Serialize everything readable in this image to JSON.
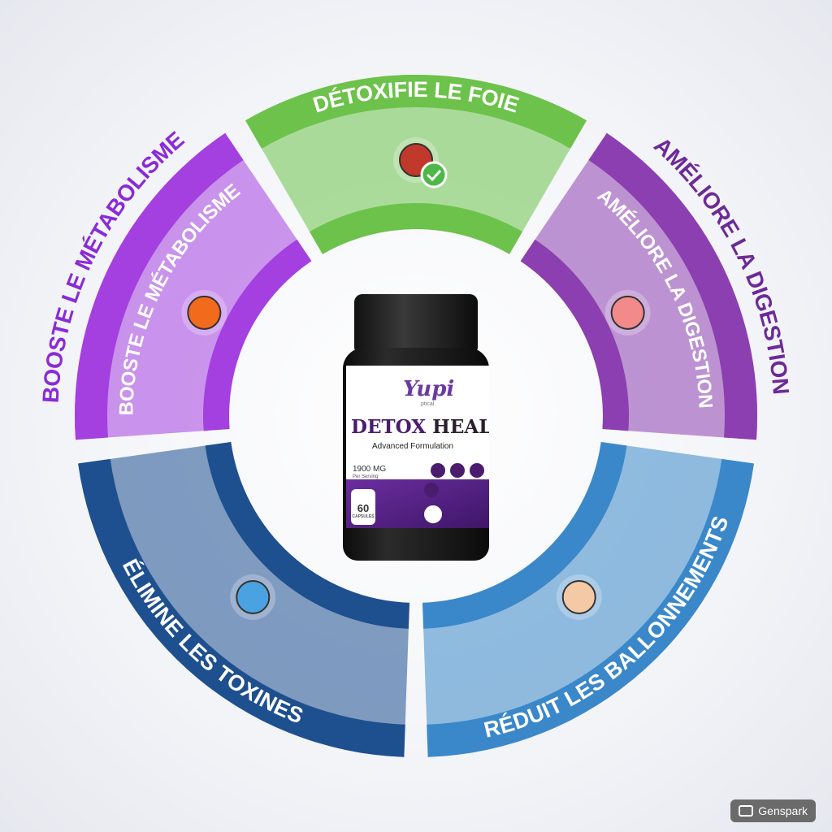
{
  "segments": [
    {
      "id": "metabolisme",
      "label": "BOOSTE LE MÉTABOLISME",
      "outer_label": "BOOSTE LE MÉTABOLISME",
      "color": "#a43fe0",
      "text_color": "#ffffff",
      "outer_text_color": "#8a2bd6",
      "icon": "flame-gear-icon"
    },
    {
      "id": "foie",
      "label": "DÉTOXIFIE LE FOIE",
      "color": "#6cc24a",
      "text_color": "#ffffff",
      "icon": "liver-check-icon"
    },
    {
      "id": "digestion",
      "label": "AMÉLIORE LA DIGESTION",
      "outer_label": "AMÉLIORE LA DIGESTION",
      "color": "#8c3fb0",
      "text_color": "#ffffff",
      "outer_text_color": "#6d2a96",
      "icon": "stomach-icon"
    },
    {
      "id": "ballonnements",
      "label": "RÉDUIT LES BALLONNEMENTS",
      "color": "#3a88c9",
      "text_color": "#ffffff",
      "icon": "waist-measure-icon"
    },
    {
      "id": "toxines",
      "label": "ÉLIMINE LES TOXINES",
      "color": "#1e4f8f",
      "text_color": "#ffffff",
      "icon": "toxin-elimination-icon"
    }
  ],
  "product": {
    "brand": "Yupi",
    "brand_sub": "ptical",
    "name_part1": "DETOX",
    "name_part2": "HEALT",
    "subtitle": "Advanced Formulation",
    "dose": "1900 MG",
    "serving": "Per Serving",
    "count": "60",
    "count_unit": "CAPSULES"
  },
  "watermark": "Genspark"
}
